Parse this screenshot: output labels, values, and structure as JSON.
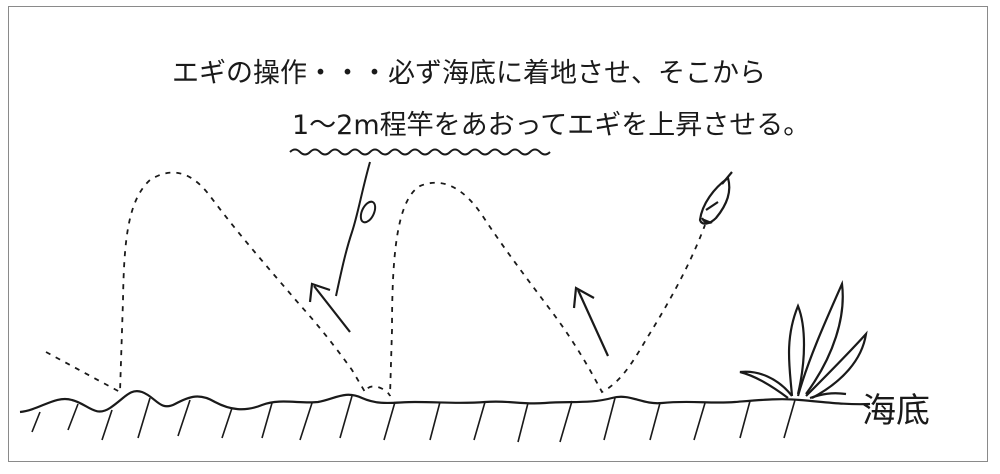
{
  "caption": {
    "line1": "エギの操作・・・必ず海底に着地させ、そこから",
    "line2": "1〜2m程竿をあおってエギを上昇させる。"
  },
  "labels": {
    "seabed": "海底"
  },
  "colors": {
    "ink": "#1a1a1a",
    "frame": "#8a8a8a",
    "background": "#ffffff"
  }
}
